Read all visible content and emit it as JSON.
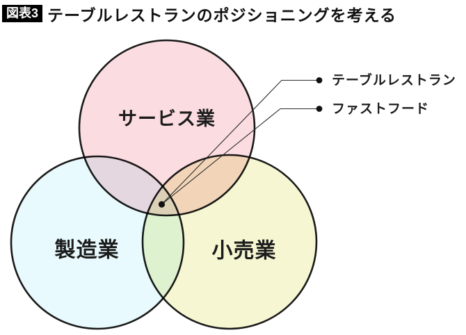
{
  "header": {
    "badge": "図表3",
    "title": "テーブルレストランのポジショニングを考える"
  },
  "diagram": {
    "type": "venn",
    "circles": [
      {
        "id": "service",
        "label": "サービス業",
        "fill": "#fbdce1"
      },
      {
        "id": "manufacturing",
        "label": "製造業",
        "fill": "#e8fafd"
      },
      {
        "id": "retail",
        "label": "小売業",
        "fill": "#f6f7d2"
      }
    ],
    "callouts": [
      {
        "id": "table-restaurant",
        "label": "テーブルレストラン"
      },
      {
        "id": "fast-food",
        "label": "ファストフード"
      }
    ],
    "colors": {
      "circle_stroke": "#1a1a1a",
      "callout_line": "#2a2a2a",
      "marker": "#111111",
      "background": "#ffffff"
    }
  }
}
